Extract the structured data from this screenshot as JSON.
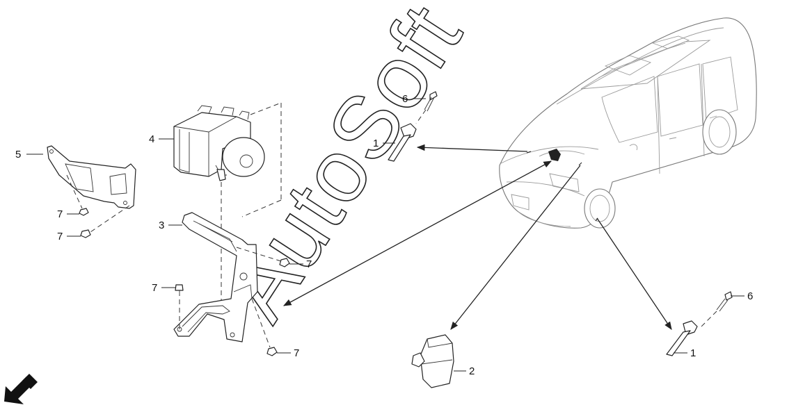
{
  "watermark": "AutoSoft",
  "callouts": {
    "abs_actuator": "4",
    "bracket_left": "5",
    "bracket_main": "3",
    "bolt": "7",
    "screw": "6",
    "clip": "1",
    "sensor": "2"
  },
  "icons": {
    "front_direction": "front-arrow-icon"
  },
  "colors": {
    "line": "#222222",
    "car_line": "#777777",
    "background": "#ffffff"
  }
}
